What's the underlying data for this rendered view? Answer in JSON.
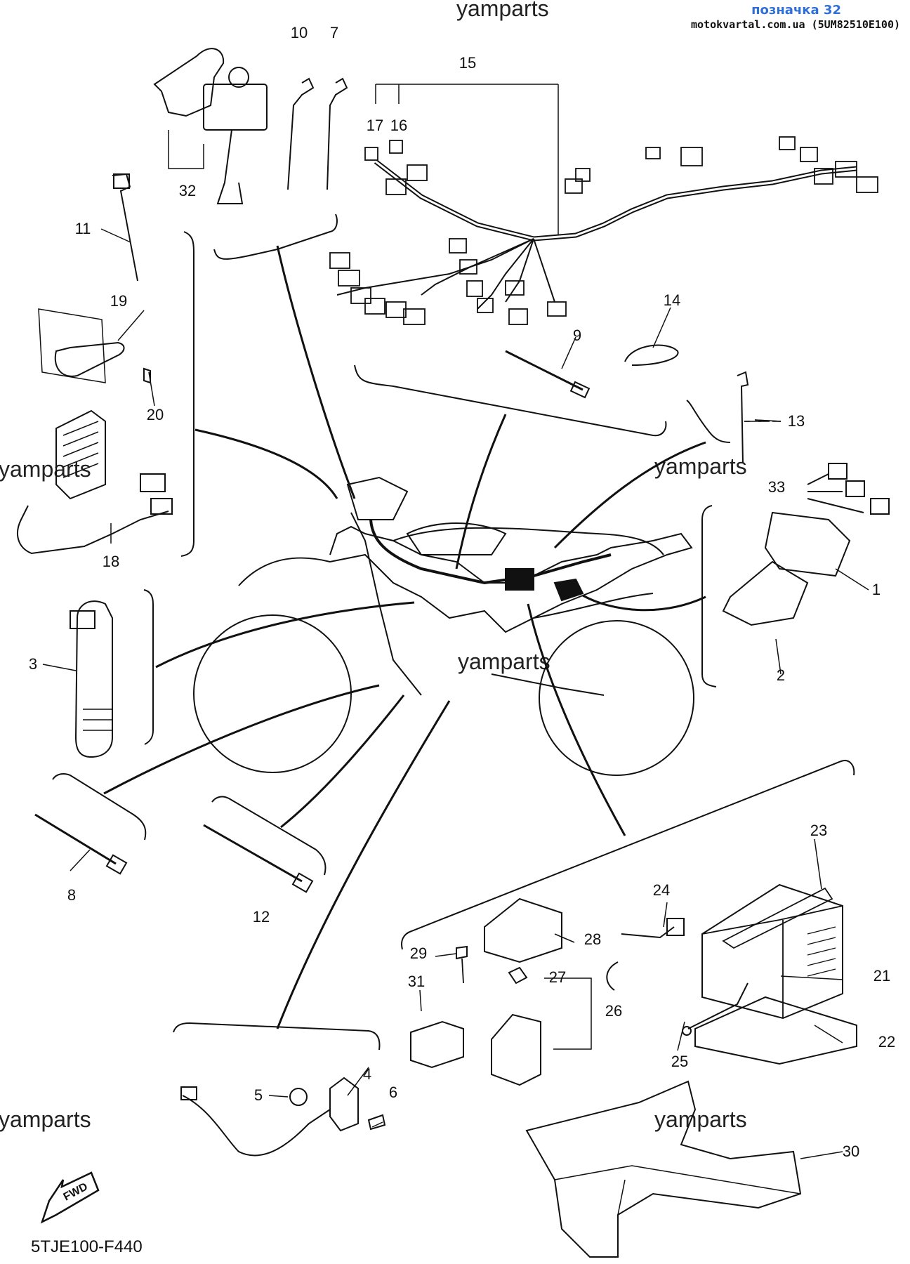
{
  "header": {
    "ref_label": "позначка 32",
    "site": "motokvartal.com.ua (5UM82510E100)"
  },
  "watermark": "yamparts",
  "diagram_code": "5TJE100-F440",
  "fwd_label": "FWD",
  "parts": [
    {
      "id": "p1",
      "label": "1"
    },
    {
      "id": "p2",
      "label": "2"
    },
    {
      "id": "p3",
      "label": "3"
    },
    {
      "id": "p4",
      "label": "4"
    },
    {
      "id": "p5",
      "label": "5"
    },
    {
      "id": "p6",
      "label": "6"
    },
    {
      "id": "p7",
      "label": "7"
    },
    {
      "id": "p8",
      "label": "8"
    },
    {
      "id": "p9",
      "label": "9"
    },
    {
      "id": "p10",
      "label": "10"
    },
    {
      "id": "p11",
      "label": "11"
    },
    {
      "id": "p12",
      "label": "12"
    },
    {
      "id": "p13",
      "label": "13"
    },
    {
      "id": "p14",
      "label": "14"
    },
    {
      "id": "p15",
      "label": "15"
    },
    {
      "id": "p16",
      "label": "16"
    },
    {
      "id": "p17",
      "label": "17"
    },
    {
      "id": "p18",
      "label": "18"
    },
    {
      "id": "p19",
      "label": "19"
    },
    {
      "id": "p20",
      "label": "20"
    },
    {
      "id": "p21",
      "label": "21"
    },
    {
      "id": "p22",
      "label": "22"
    },
    {
      "id": "p23",
      "label": "23"
    },
    {
      "id": "p24",
      "label": "24"
    },
    {
      "id": "p25",
      "label": "25"
    },
    {
      "id": "p26",
      "label": "26"
    },
    {
      "id": "p27",
      "label": "27"
    },
    {
      "id": "p28",
      "label": "28"
    },
    {
      "id": "p29",
      "label": "29"
    },
    {
      "id": "p30",
      "label": "30"
    },
    {
      "id": "p31",
      "label": "31"
    },
    {
      "id": "p32",
      "label": "32"
    },
    {
      "id": "p33",
      "label": "33"
    }
  ]
}
